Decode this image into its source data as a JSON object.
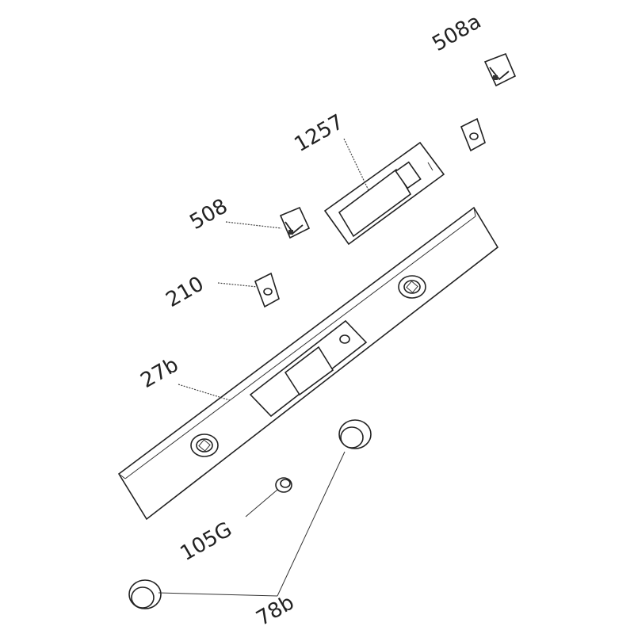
{
  "diagram": {
    "type": "exploded parts diagram",
    "labels": {
      "p508a": "508a",
      "p1257": "1257",
      "p508": "508",
      "p210": "210",
      "p27b": "27b",
      "p105G": "105G",
      "p78b": "78b"
    }
  }
}
